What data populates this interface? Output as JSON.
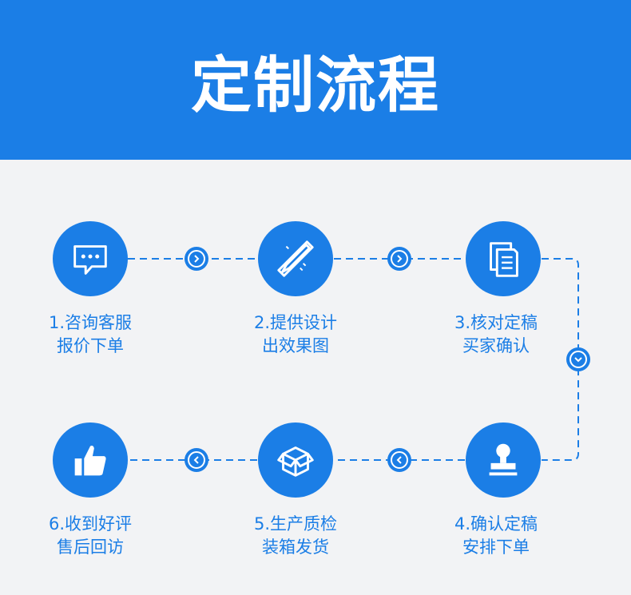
{
  "header": {
    "title": "定制流程"
  },
  "colors": {
    "brand_blue": "#1b7ee6",
    "background": "#f2f3f5",
    "text_white": "#ffffff"
  },
  "steps": [
    {
      "icon": "chat-bubble-icon",
      "line1": "1.咨询客服",
      "line2": "报价下单"
    },
    {
      "icon": "pencil-ruler-icon",
      "line1": "2.提供设计",
      "line2": "出效果图"
    },
    {
      "icon": "documents-icon",
      "line1": "3.核对定稿",
      "line2": "买家确认"
    },
    {
      "icon": "stamp-icon",
      "line1": "4.确认定稿",
      "line2": "安排下单"
    },
    {
      "icon": "open-box-icon",
      "line1": "5.生产质检",
      "line2": "装箱发货"
    },
    {
      "icon": "thumbs-up-icon",
      "line1": "6.收到好评",
      "line2": "售后回访"
    }
  ]
}
